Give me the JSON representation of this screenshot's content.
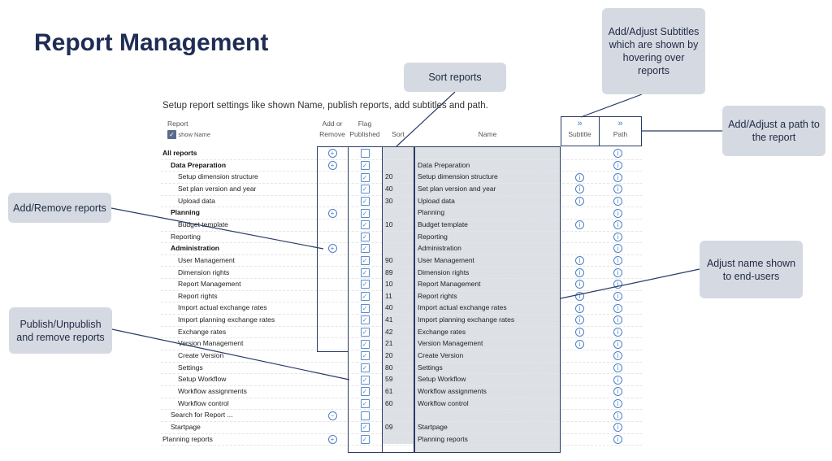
{
  "title": "Report Management",
  "intro": "Setup report settings like shown Name, publish reports, add subtitles and path.",
  "headers": {
    "report": "Report",
    "show_name": "show Name",
    "add": "Add or",
    "remove": "Remove",
    "flag": "Flag",
    "published": "Published",
    "sort": "Sort",
    "name": "Name",
    "subtitle": "Subtitle",
    "path": "Path",
    "chevron": "»"
  },
  "callouts": {
    "sort": "Sort reports",
    "subtitle": "Add/Adjust Subtitles which are shown by hovering over reports",
    "path": "Add/Adjust a path to the report",
    "addremove": "Add/Remove reports",
    "name": "Adjust name shown to end-users",
    "publish": "Publish/Unpublish and remove reports"
  },
  "rows": [
    {
      "report": "All reports",
      "level": 0,
      "bold": true,
      "action": "add",
      "published": false,
      "sort": "",
      "name": "",
      "subtitle": false
    },
    {
      "report": "Data Preparation",
      "level": 1,
      "bold": true,
      "action": "add",
      "published": true,
      "sort": "",
      "name": "Data Preparation",
      "subtitle": false
    },
    {
      "report": "Setup dimension structure",
      "level": 2,
      "action": "",
      "published": true,
      "sort": "20",
      "name": "Setup dimension structure",
      "subtitle": true
    },
    {
      "report": "Set plan version and year",
      "level": 2,
      "action": "",
      "published": true,
      "sort": "40",
      "name": "Set plan version and year",
      "subtitle": true
    },
    {
      "report": "Upload data",
      "level": 2,
      "action": "",
      "published": true,
      "sort": "30",
      "name": "Upload data",
      "subtitle": true
    },
    {
      "report": "Planning",
      "level": 1,
      "bold": true,
      "action": "add",
      "published": true,
      "sort": "",
      "name": "Planning",
      "subtitle": false
    },
    {
      "report": "Budget template",
      "level": 2,
      "action": "",
      "published": true,
      "sort": "10",
      "name": "Budget template",
      "subtitle": true
    },
    {
      "report": "Reporting",
      "level": 1,
      "action": "",
      "published": true,
      "sort": "",
      "name": "Reporting",
      "subtitle": false
    },
    {
      "report": "Administration",
      "level": 1,
      "bold": true,
      "action": "add",
      "published": true,
      "sort": "",
      "name": "Administration",
      "subtitle": false
    },
    {
      "report": "User Management",
      "level": 2,
      "action": "",
      "published": true,
      "sort": "90",
      "name": "User Management",
      "subtitle": true
    },
    {
      "report": "Dimension rights",
      "level": 2,
      "action": "",
      "published": true,
      "sort": "89",
      "name": "Dimension rights",
      "subtitle": true
    },
    {
      "report": "Report Management",
      "level": 2,
      "action": "",
      "published": true,
      "sort": "10",
      "name": "Report Management",
      "subtitle": true
    },
    {
      "report": "Report rights",
      "level": 2,
      "action": "",
      "published": true,
      "sort": "11",
      "name": "Report rights",
      "subtitle": true
    },
    {
      "report": "Import actual exchange rates",
      "level": 2,
      "action": "",
      "published": true,
      "sort": "40",
      "name": "Import actual exchange rates",
      "subtitle": true
    },
    {
      "report": "Import planning exchange rates",
      "level": 2,
      "action": "",
      "published": true,
      "sort": "41",
      "name": "Import planning exchange rates",
      "subtitle": true
    },
    {
      "report": "Exchange rates",
      "level": 2,
      "action": "",
      "published": true,
      "sort": "42",
      "name": "Exchange rates",
      "subtitle": true
    },
    {
      "report": "Version Management",
      "level": 2,
      "action": "",
      "published": true,
      "sort": "21",
      "name": "Version Management",
      "subtitle": true
    },
    {
      "report": "Create Version",
      "level": 2,
      "action": "",
      "published": true,
      "sort": "20",
      "name": "Create Version",
      "subtitle": false
    },
    {
      "report": "Settings",
      "level": 2,
      "action": "",
      "published": true,
      "sort": "80",
      "name": "Settings",
      "subtitle": false
    },
    {
      "report": "Setup Workflow",
      "level": 2,
      "action": "",
      "published": true,
      "sort": "59",
      "name": "Setup Workflow",
      "subtitle": false
    },
    {
      "report": "Workflow assignments",
      "level": 2,
      "action": "",
      "published": true,
      "sort": "61",
      "name": "Workflow assignments",
      "subtitle": false
    },
    {
      "report": "Workflow control",
      "level": 2,
      "action": "",
      "published": true,
      "sort": "60",
      "name": "Workflow control",
      "subtitle": false
    },
    {
      "report": "Search for Report ...",
      "level": 1,
      "action": "remove",
      "published": false,
      "sort": "",
      "name": "",
      "subtitle": false
    },
    {
      "report": "Startpage",
      "level": 1,
      "action": "",
      "published": true,
      "sort": "09",
      "name": "Startpage",
      "subtitle": false
    },
    {
      "report": "Planning reports",
      "level": 0,
      "action": "add",
      "published": true,
      "sort": "",
      "name": "Planning reports",
      "subtitle": false
    }
  ],
  "colors": {
    "accent": "#4a7fc4",
    "outline": "#2b3b66",
    "callout": "#d5d9e2",
    "title": "#1f2d55"
  }
}
